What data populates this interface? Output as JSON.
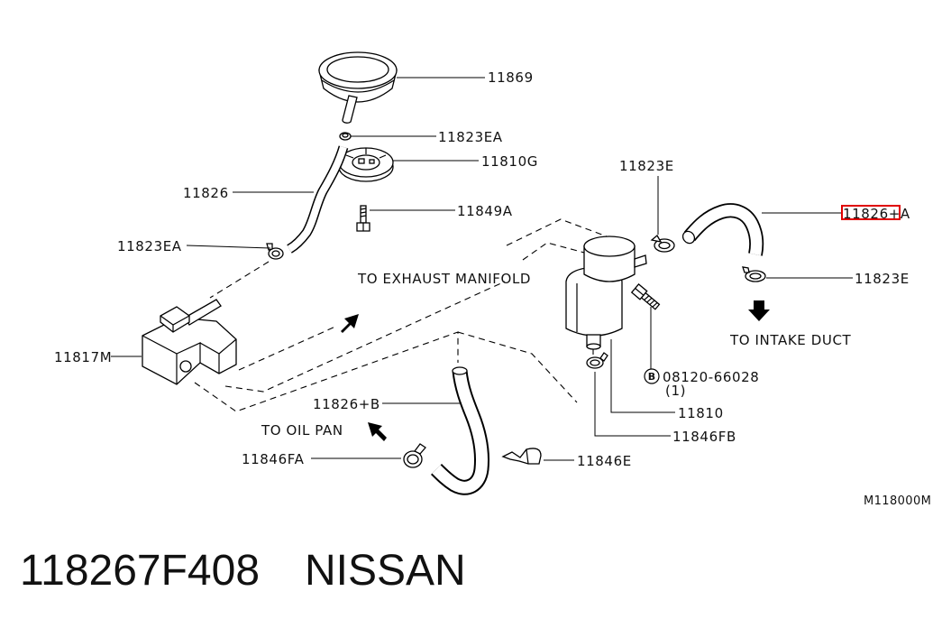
{
  "labels": {
    "cap": "11869",
    "clamp_top": "11823EA",
    "grommet": "11810G",
    "hose_left": "11826",
    "bolt": "11849A",
    "clamp_left": "11823EA",
    "clamp_canister": "11823E",
    "hose_a": "11826+A",
    "clamp_intake": "11823E",
    "baffle": "11817M",
    "hose_b": "11826+B",
    "canister": "11810",
    "clamp_canister_bottom": "11846FB",
    "clamp_oil": "11846FA",
    "clip": "11846E"
  },
  "directions": {
    "exhaust": "TO EXHAUST MANIFOLD",
    "intake": "TO INTAKE DUCT",
    "oil_pan": "TO OIL PAN"
  },
  "bolt_callout": {
    "symbol": "B",
    "part_number": "08120-66028",
    "quantity": "(1)"
  },
  "diagram_code": "M118000M",
  "caption": {
    "part_number": "118267F408",
    "brand": "NISSAN"
  },
  "colors": {
    "highlight": "#e00000",
    "line": "#000000"
  }
}
